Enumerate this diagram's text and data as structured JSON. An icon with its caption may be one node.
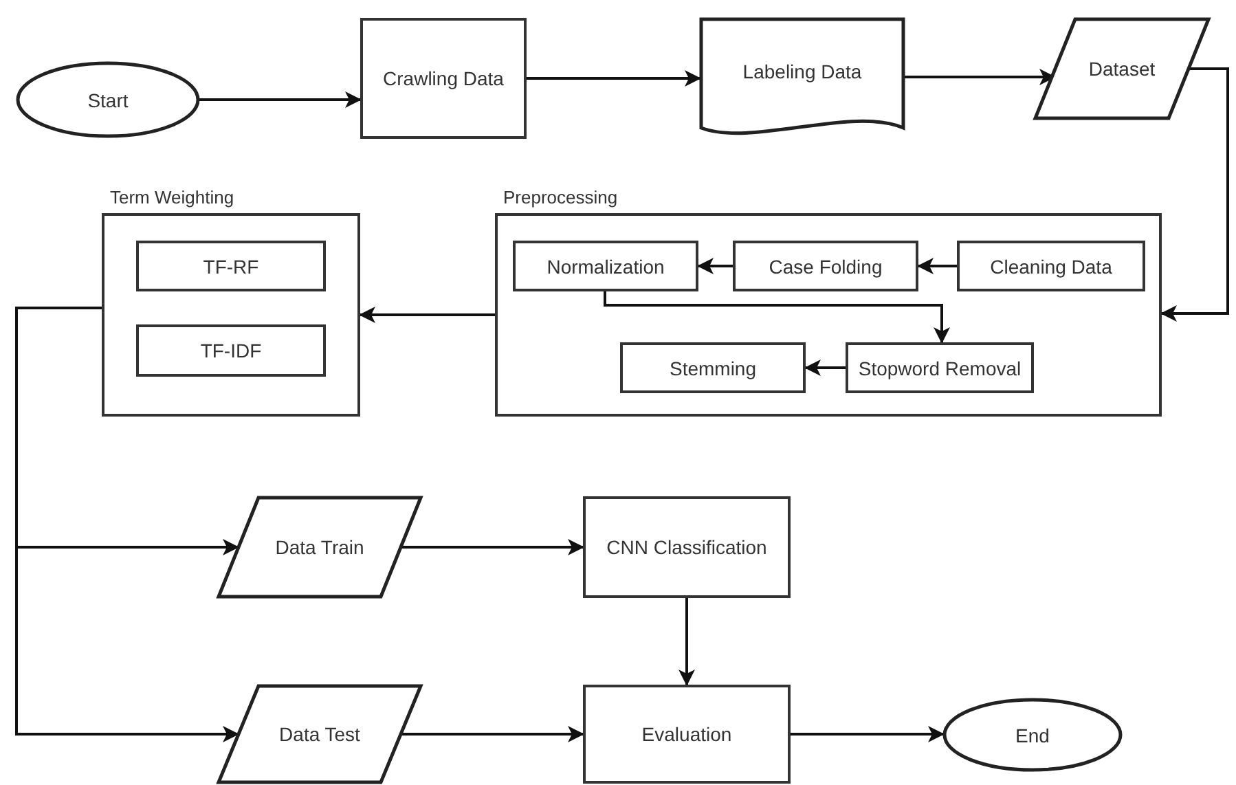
{
  "diagram": {
    "nodes": [
      {
        "text": [
          "Start"
        ]
      },
      {
        "text": [
          "Crawling Data"
        ]
      },
      {
        "text": [
          "Labeling Data"
        ]
      },
      {
        "text": [
          "Dataset"
        ]
      },
      {
        "text": [
          "Term Weighting"
        ]
      },
      {
        "text": [
          "TF-RF"
        ],
        "in": 4
      },
      {
        "text": [
          "TF-IDF"
        ],
        "in": 4
      },
      {
        "text": [
          "Preprocessing"
        ]
      },
      {
        "text": [
          "Normalization"
        ],
        "in": 7
      },
      {
        "text": [
          "Case Folding"
        ],
        "in": 7
      },
      {
        "text": [
          "Cleaning Data"
        ],
        "in": 7
      },
      {
        "text": [
          "Stemming"
        ],
        "in": 7
      },
      {
        "text": [
          "Stopword Removal"
        ],
        "in": 7
      },
      {
        "text": [
          "Data Train"
        ]
      },
      {
        "text": [
          "CNN Classification"
        ]
      },
      {
        "text": [
          "Data Test"
        ]
      },
      {
        "text": [
          "Evaluation"
        ]
      },
      {
        "text": [
          "End"
        ]
      }
    ],
    "edges": [
      {
        "from": 0,
        "to": 1,
        "arrow": "to"
      },
      {
        "from": 1,
        "to": 2,
        "arrow": "to"
      },
      {
        "from": 2,
        "to": 3,
        "arrow": "to"
      },
      {
        "from": 3,
        "to": 7,
        "arrow": "to"
      },
      {
        "from": 7,
        "to": 4,
        "arrow": "to"
      },
      {
        "from": 10,
        "to": 9,
        "arrow": "to"
      },
      {
        "from": 9,
        "to": 8,
        "arrow": "to"
      },
      {
        "from": 8,
        "to": 12,
        "arrow": "to"
      },
      {
        "from": 12,
        "to": 11,
        "arrow": "to"
      },
      {
        "from": 4,
        "to": 13,
        "arrow": "to"
      },
      {
        "from": 4,
        "to": 15,
        "arrow": "to"
      },
      {
        "from": 13,
        "to": 14,
        "arrow": "to"
      },
      {
        "from": 14,
        "to": 16,
        "arrow": "to"
      },
      {
        "from": 15,
        "to": 16,
        "arrow": "to"
      },
      {
        "from": 16,
        "to": 17,
        "arrow": "to"
      }
    ]
  }
}
